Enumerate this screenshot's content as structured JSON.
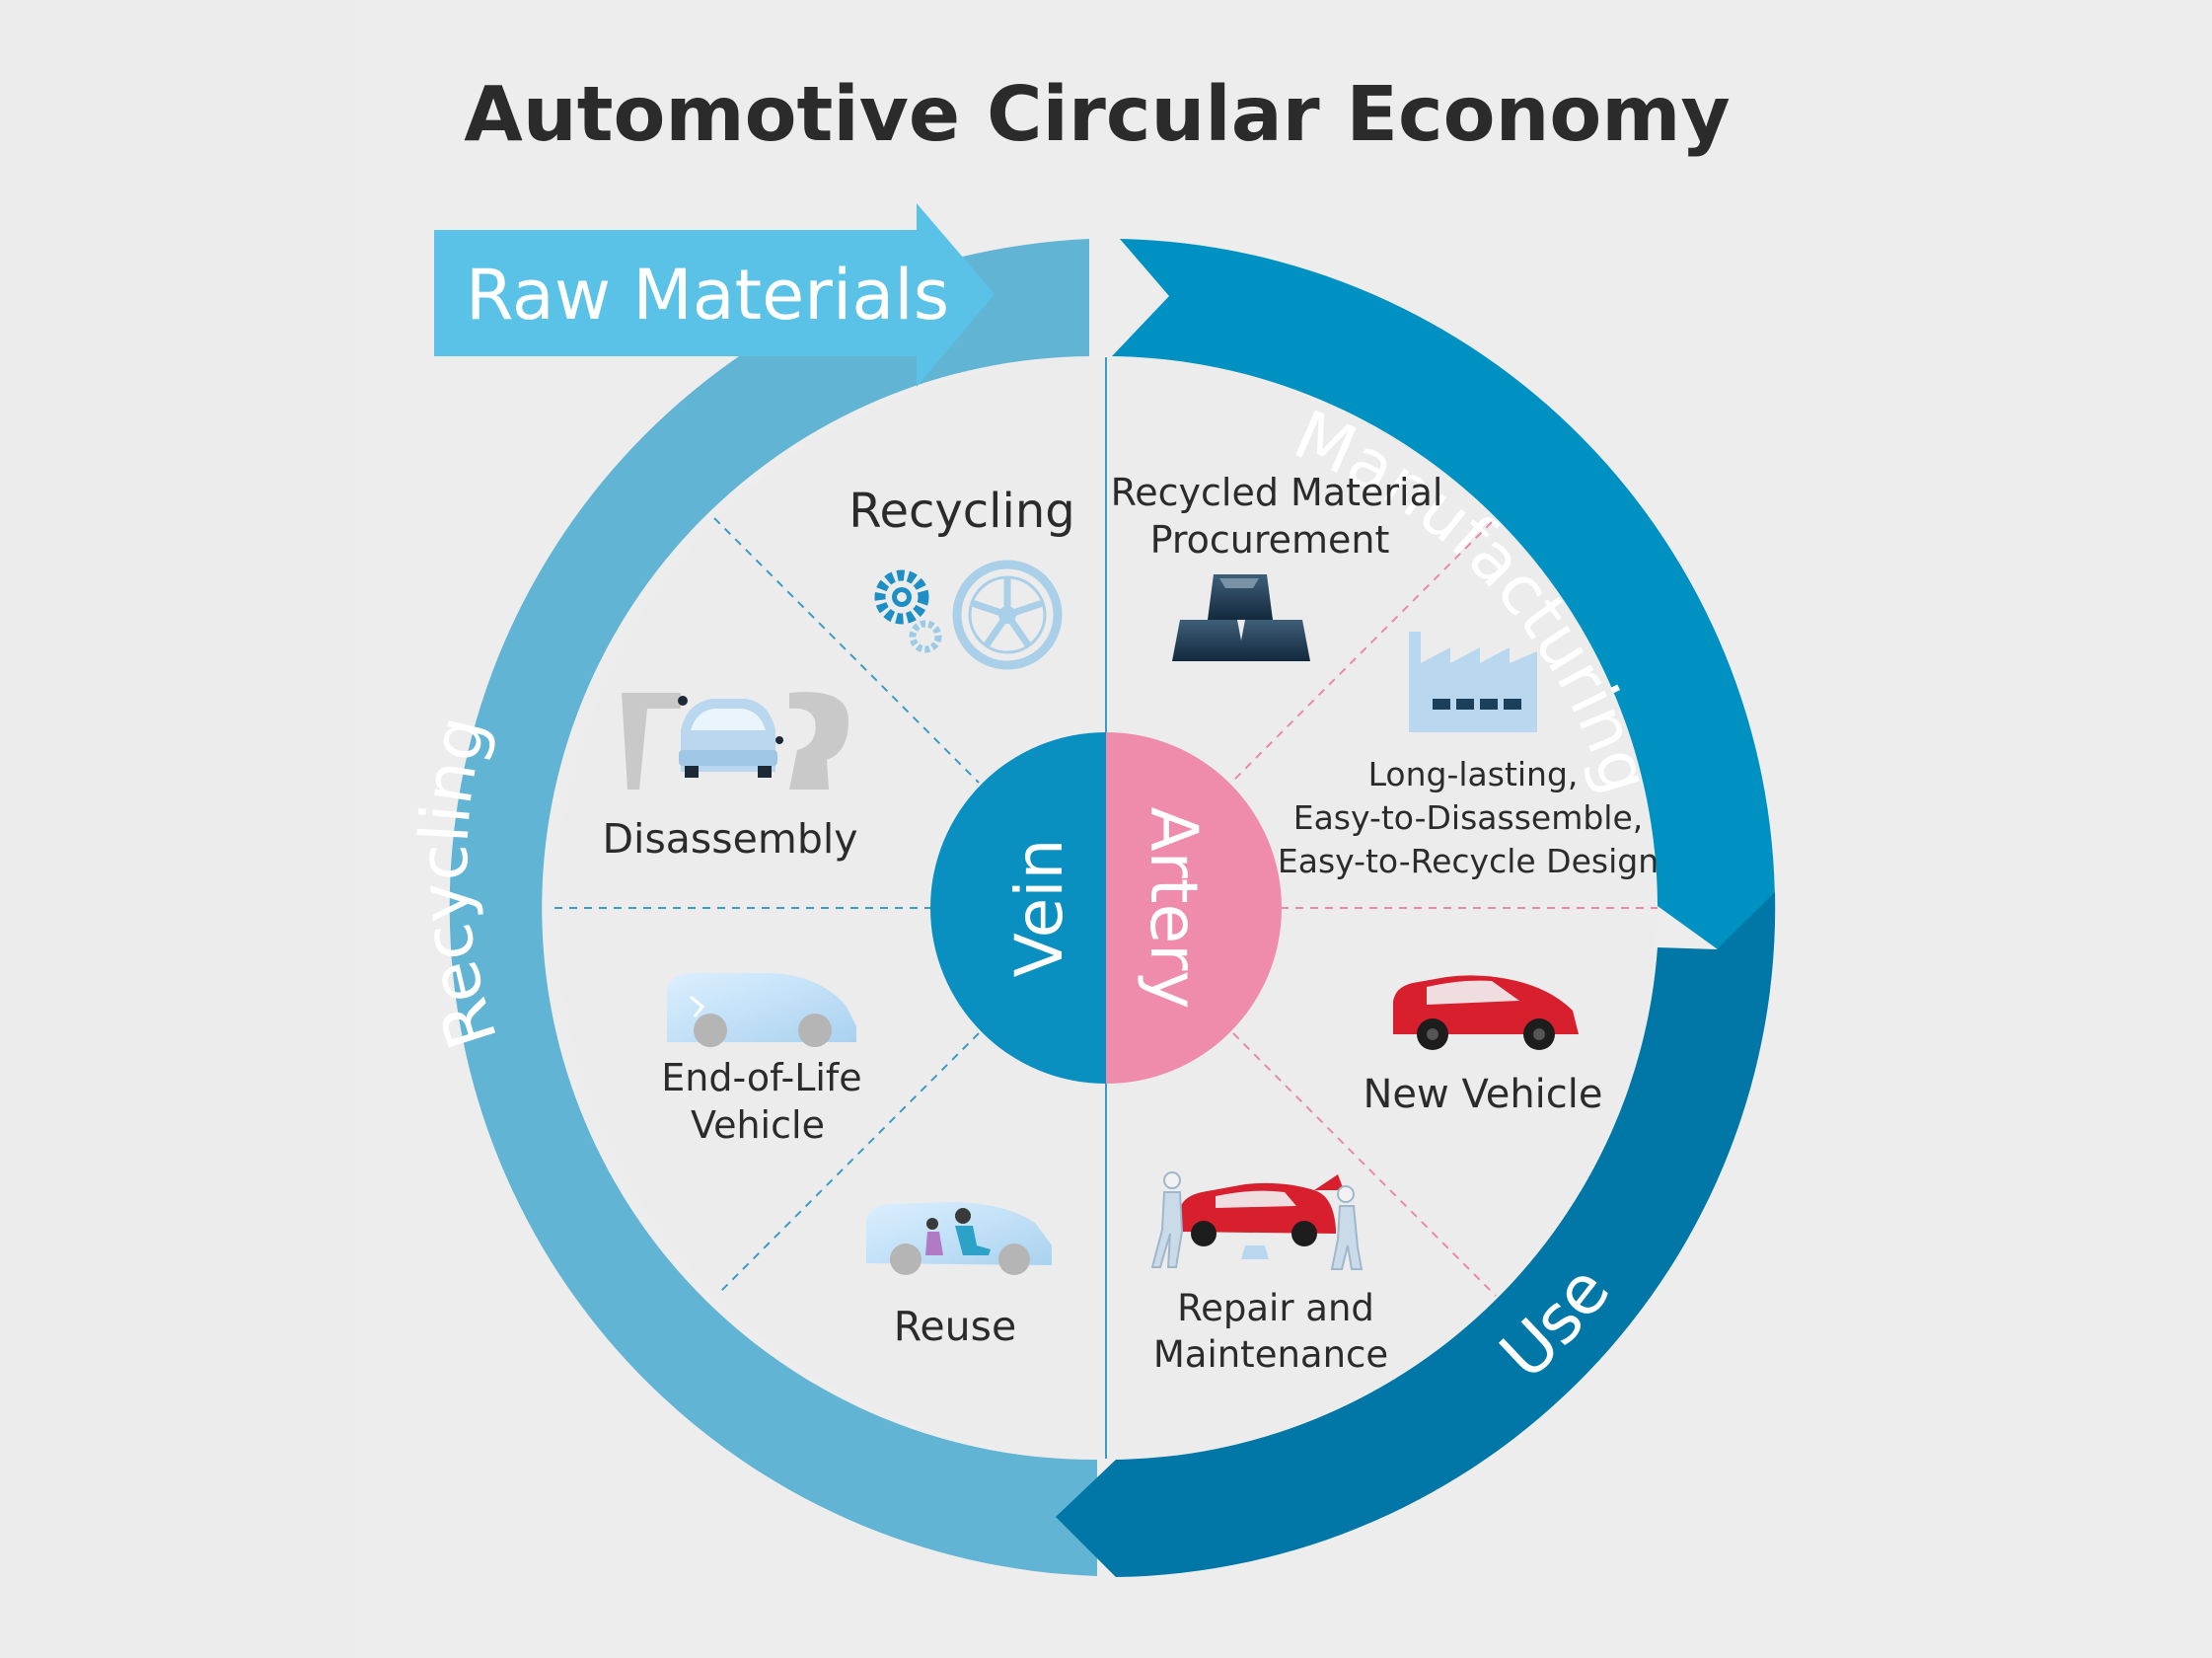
{
  "title": "Automotive Circular Economy",
  "colors": {
    "background": "#ededed",
    "recycling_ring": "#62b4d5",
    "raw_materials_arrow": "#5ac2e6",
    "manufacturing_ring": "#0091c3",
    "use_ring": "#0077a6",
    "vein": "#0a8fc1",
    "artery": "#f08cab",
    "vehicle_red": "#d71f2d"
  },
  "ring": {
    "raw_materials": "Raw Materials",
    "manufacturing": "Manufacturing",
    "use": "Use",
    "recycling": "Recycling"
  },
  "core": {
    "vein": "Vein",
    "artery": "Artery"
  },
  "stages": {
    "recycling": "Recycling",
    "procurement_line1": "Recycled Material",
    "procurement_line2": "Procurement",
    "design_line1": "Long-lasting,",
    "design_line2": "Easy-to-Disassemble,",
    "design_line3": "Easy-to-Recycle Design",
    "new_vehicle": "New Vehicle",
    "repair_line1": "Repair and",
    "repair_line2": "Maintenance",
    "reuse": "Reuse",
    "eol_line1": "End-of-Life",
    "eol_line2": "Vehicle",
    "disassembly": "Disassembly"
  },
  "icons": {
    "recycling": "gears-and-wheel-icon",
    "procurement": "metal-ingots-icon",
    "design": "factory-icon",
    "new_vehicle": "red-car-icon",
    "repair": "car-repair-icon",
    "reuse": "reused-car-icon",
    "end_of_life": "damaged-car-icon",
    "disassembly": "car-disassembly-icon"
  }
}
